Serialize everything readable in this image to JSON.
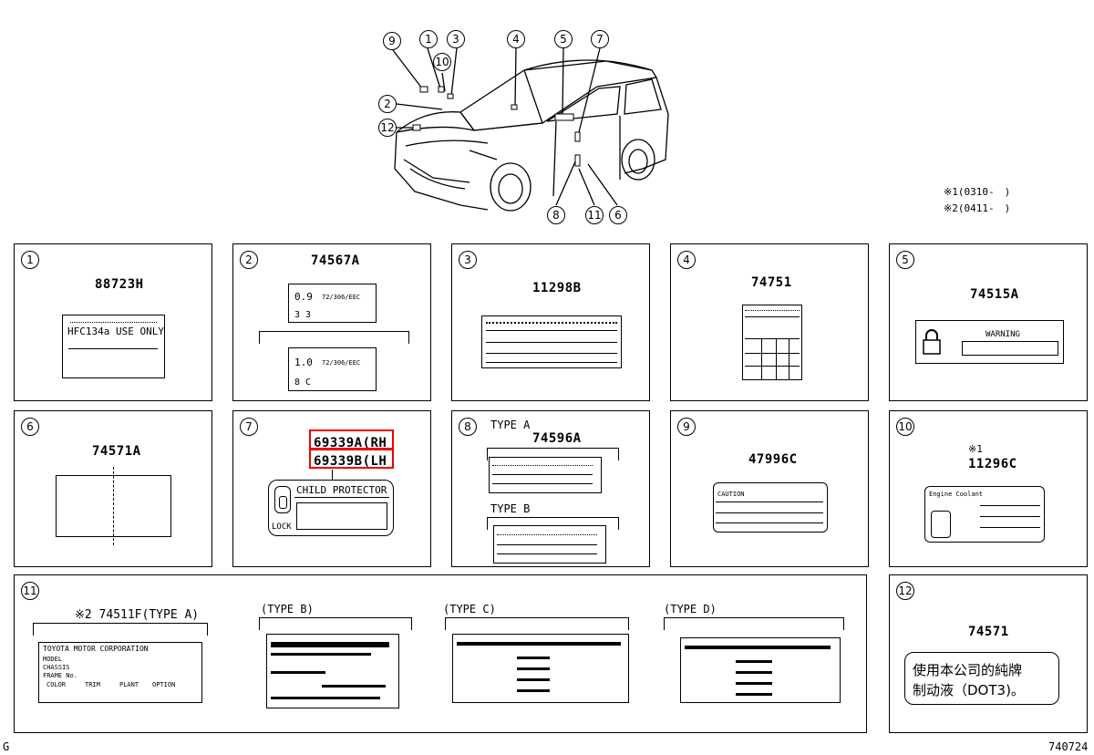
{
  "diagram": {
    "callouts": [
      "9",
      "1",
      "10",
      "3",
      "4",
      "5",
      "7",
      "2",
      "12",
      "8",
      "11",
      "6"
    ],
    "notes": [
      "※1(0310-　)",
      "※2(0411-　)"
    ],
    "footer_left": "G",
    "footer_right": "740724"
  },
  "panels": [
    {
      "index": "1",
      "part": "88723H",
      "label_text": "HFC134a USE ONLY"
    },
    {
      "index": "2",
      "part": "74567A",
      "values": [
        "0.9",
        "72/306/EEC",
        "3 3",
        "1.0",
        "72/306/EEC",
        "8 C"
      ]
    },
    {
      "index": "3",
      "part": "11298B"
    },
    {
      "index": "4",
      "part": "74751"
    },
    {
      "index": "5",
      "part": "74515A",
      "label_text": "WARNING"
    },
    {
      "index": "6",
      "part": "74571A"
    },
    {
      "index": "7",
      "parts": [
        "69339A(RH",
        "69339B(LH"
      ],
      "label_text": "CHILD PROTECTOR",
      "lock_text": "LOCK"
    },
    {
      "index": "8",
      "type_a": "TYPE A",
      "part": "74596A",
      "type_b": "TYPE B"
    },
    {
      "index": "9",
      "part": "47996C",
      "label_text": "CAUTION"
    },
    {
      "index": "10",
      "note": "※1",
      "part": "11296C",
      "label_text": "Engine Coolant"
    },
    {
      "index": "11",
      "part_a": "※2 74511F(TYPE A)",
      "type_b": "(TYPE B)",
      "type_c": "(TYPE C)",
      "type_d": "(TYPE D)",
      "plate_title": "TOYOTA MOTOR CORPORATION",
      "plate_rows": [
        "MODEL",
        "CHASSIS",
        "FRAME No."
      ],
      "plate_cols": [
        "COLOR",
        "TRIM",
        "PLANT",
        "OPTION"
      ]
    },
    {
      "index": "12",
      "part": "74571",
      "label_lines": [
        "使用本公司的純牌",
        "制动液（DOT3)。"
      ]
    }
  ]
}
